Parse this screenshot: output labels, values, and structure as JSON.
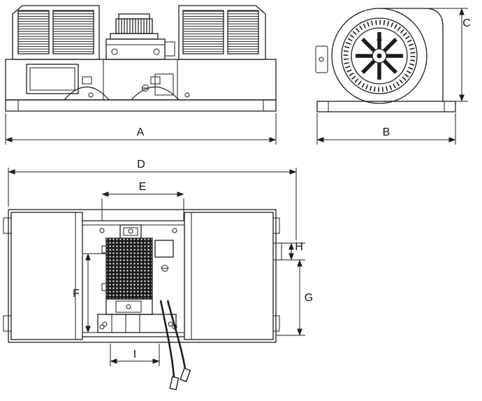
{
  "labels": {
    "A": "A",
    "B": "B",
    "C": "C",
    "D": "D",
    "E": "E",
    "F": "F",
    "G": "G",
    "H": "H",
    "I": "I"
  },
  "colors": {
    "line": "#1c1c1c",
    "background": "#ffffff"
  }
}
